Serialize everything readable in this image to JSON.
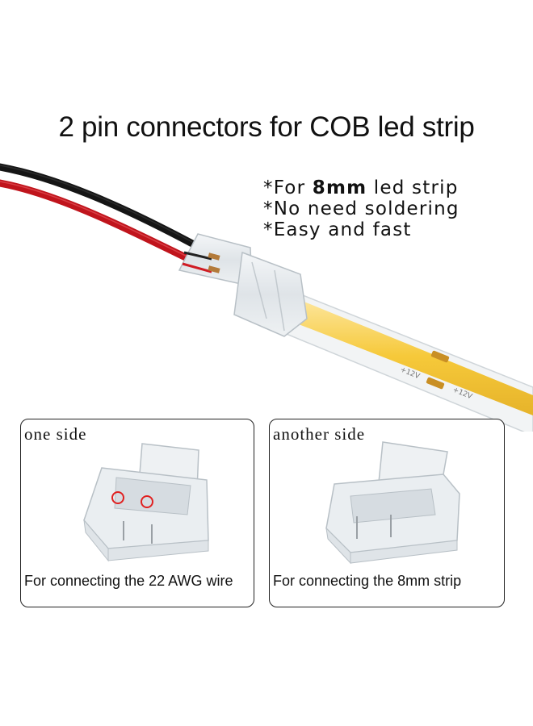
{
  "title": "2 pin connectors for COB led strip",
  "features": {
    "line1_prefix": "*For ",
    "line1_bold": "8mm",
    "line1_suffix": " led strip",
    "line2": "*No need soldering",
    "line3": "*Easy and fast"
  },
  "panels": [
    {
      "title": "one side",
      "caption": "For connecting the 22 AWG wire"
    },
    {
      "title": "another side",
      "caption": "For connecting the 8mm strip"
    }
  ],
  "colors": {
    "led_yellow": "#f6c93a",
    "wire_red": "#c0141c",
    "wire_black": "#151515",
    "marker_circle": "#e02020"
  },
  "icons": [
    "led-strip",
    "wire-cable",
    "connector-clip"
  ]
}
